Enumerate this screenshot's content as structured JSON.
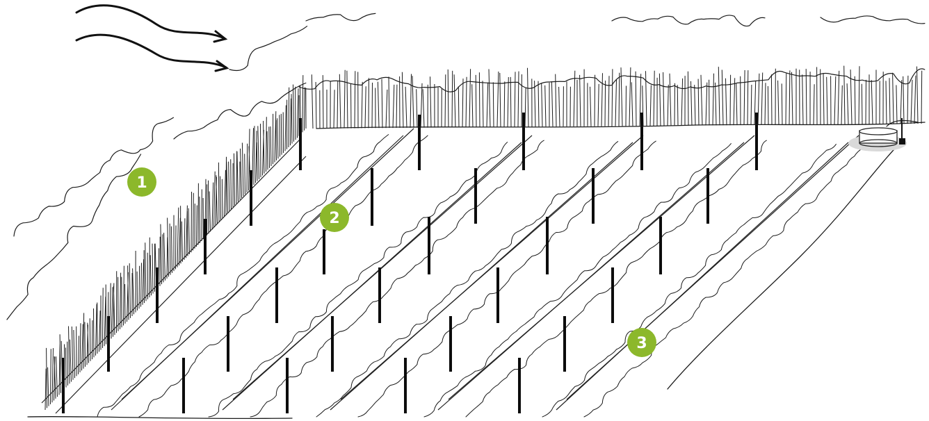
{
  "badges": [
    {
      "label": "1"
    },
    {
      "label": "2"
    },
    {
      "label": "3"
    }
  ],
  "colors": {
    "badge": "#8cb82b",
    "ink": "#1a1a1a",
    "tank_shadow": "#d9d9d9"
  }
}
